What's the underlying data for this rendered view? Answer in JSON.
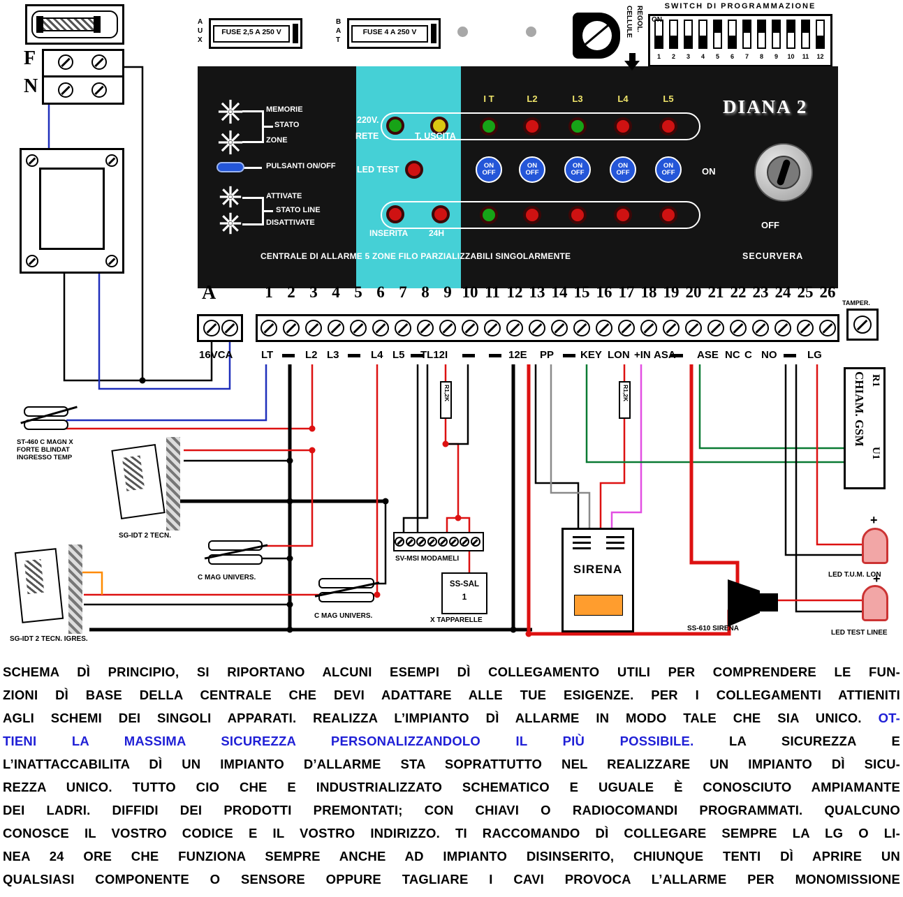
{
  "colors": {
    "panel_bg": "#141414",
    "cyan": "#45d0d6",
    "led_green": "#17a317",
    "led_red": "#cf1212",
    "led_yellow": "#d9c713",
    "button_blue": "#2456d8",
    "zone_label": "#efe46a",
    "wire_black": "#000000",
    "wire_red": "#dd1111",
    "wire_blue": "#1f2fbb",
    "wire_green": "#0a7a33",
    "wire_magenta": "#e24fe2",
    "wire_orange": "#ff8a00",
    "wire_gray": "#8a8a8a",
    "sirena_accent": "#ff9d2e",
    "footer_blue": "#1f1fd6"
  },
  "power": {
    "line_label": "F",
    "neutral_label": "N"
  },
  "fuses": {
    "aux_side": "A U X",
    "aux_label": "FUSE 2,5 A 250 V",
    "bat_side": "B A T",
    "bat_label": "FUSE 4 A 250 V"
  },
  "dip": {
    "title": "SWITCH DI PROGRAMMAZIONE",
    "on_label": "ON",
    "regol_label": "REGOL. CELLULE",
    "numbers": [
      "1",
      "2",
      "3",
      "4",
      "5",
      "6",
      "7",
      "8",
      "9",
      "10",
      "11",
      "12"
    ],
    "states": [
      "down",
      "down",
      "down",
      "down",
      "up",
      "down",
      "up",
      "up",
      "up",
      "up",
      "up",
      "down"
    ]
  },
  "panel": {
    "brand": "DIANA 2",
    "legend": {
      "memorie": "MEMORIE",
      "stato": "STATO",
      "zone": "ZONE",
      "pulsanti": "PULSANTI ON/OFF",
      "attivate": "ATTIVATE",
      "stato_line": "STATO LINE",
      "disattivate": "DISATTIVATE"
    },
    "status": {
      "v220": "220V.",
      "rete": "RETE",
      "t_uscita": "T. USCITA",
      "led_test": "LED TEST",
      "inserita": "INSERITA",
      "h24": "24H"
    },
    "zones": [
      {
        "label": "I T",
        "top_led": "green",
        "bottom_led": "green"
      },
      {
        "label": "L2",
        "top_led": "red",
        "bottom_led": "red"
      },
      {
        "label": "L3",
        "top_led": "green",
        "bottom_led": "red"
      },
      {
        "label": "L4",
        "top_led": "red",
        "bottom_led": "red"
      },
      {
        "label": "L5",
        "top_led": "red",
        "bottom_led": "red"
      }
    ],
    "onoff_top": "ON",
    "onoff_bottom": "OFF",
    "key_on": "ON",
    "key_off": "OFF",
    "caption": "CENTRALE DI ALLARME 5 ZONE FILO PARZIALIZZABILI SINGOLARMENTE",
    "vendor": "SECURVERA"
  },
  "terminals": {
    "group_label": "A",
    "numbers": [
      "1",
      "2",
      "3",
      "4",
      "5",
      "6",
      "7",
      "8",
      "9",
      "10",
      "11",
      "12",
      "13",
      "14",
      "15",
      "16",
      "17",
      "18",
      "19",
      "20",
      "21",
      "22",
      "23",
      "24",
      "25",
      "26"
    ],
    "power_label": "16VCA",
    "labels": [
      "LT",
      "L2",
      "L3",
      "L4",
      "L5",
      "TL12I",
      "12E",
      "PP",
      "KEY",
      "LON",
      "+IN",
      "ASA",
      "ASE",
      "NC",
      "C",
      "NO",
      "LG"
    ],
    "tamper": "TAMPER."
  },
  "gsm": {
    "title": "CHIAM. GSM",
    "r1": "R1",
    "u1": "U1"
  },
  "resistor_label": "R1,2K",
  "devices": {
    "st460": [
      "ST-460 C MAGN X",
      "FORTE BLINDAT",
      "INGRESSO TEMP"
    ],
    "sg_idt2": "SG-IDT 2 TECN.",
    "cmag1": "C MAG UNIVERS.",
    "cmag2": "C MAG UNIVERS.",
    "sg_idt2_igres": "SG-IDT 2 TECN. IGRES.",
    "svmsi": "SV-MSI  MODAMELI",
    "sssal_line1": "SS-SAL",
    "sssal_line2": "1",
    "sssal_caption": "X TAPPARELLE",
    "sirena": "SIRENA",
    "ss610": "SS-610 SIRENA",
    "led_tum": "LED T.U.M. LON",
    "led_test": "LED TEST LINEE",
    "plus": "+"
  },
  "footer": {
    "lines": [
      [
        {
          "t": "SCHEMA DÌ PRINCIPIO, SI RIPORTANO ALCUNI ESEMPI DÌ COLLEGAMENTO UTILI PER COMPRENDERE LE FUN-",
          "blue": false
        }
      ],
      [
        {
          "t": "ZIONI DÌ BASE DELLA CENTRALE CHE DEVI ADATTARE ALLE TUE ESIGENZE. PER I COLLEGAMENTI ATTIENITI",
          "blue": false
        }
      ],
      [
        {
          "t": "AGLI SCHEMI  DEI SINGOLI APPARATI. REALIZZA L’IMPIANTO DÌ ALLARME IN MODO TALE CHE SIA UNICO. ",
          "blue": false
        },
        {
          "t": "OT-",
          "blue": true
        }
      ],
      [
        {
          "t": "TIENI LA MASSIMA SICUREZZA PERSONALIZZANDOLO IL PIÙ POSSIBILE.",
          "blue": true
        },
        {
          "t": " LA SICUREZZA E",
          "blue": false
        }
      ],
      [
        {
          "t": "L’INATTACCABILITA DÌ UN IMPIANTO D’ALLARME STA SOPRATTUTTO NEL REALIZZARE UN IMPIANTO DÌ SICU-",
          "blue": false
        }
      ],
      [
        {
          "t": "REZZA UNICO. TUTTO CIO CHE E INDUSTRIALIZZATO SCHEMATICO E UGUALE È CONOSCIUTO AMPIAMANTE",
          "blue": false
        }
      ],
      [
        {
          "t": "DEI LADRI. DIFFIDI DEI PRODOTTI PREMONTATI; CON CHIAVI O RADIOCOMANDI PROGRAMMATI. QUALCUNO",
          "blue": false
        }
      ],
      [
        {
          "t": "CONOSCE IL VOSTRO CODICE E IL VOSTRO INDIRIZZO. TI RACCOMANDO DÌ COLLEGARE SEMPRE LA LG O LI-",
          "blue": false
        }
      ],
      [
        {
          "t": "NEA 24 ORE CHE FUNZIONA SEMPRE ANCHE AD IMPIANTO DISINSERITO, CHIUNQUE TENTI DÌ APRIRE UN",
          "blue": false
        }
      ],
      [
        {
          "t": "QUALSIASI COMPONENTE O SENSORE OPPURE TAGLIARE I CAVI PROVOCA L’ALLARME PER MONOMISSIONE",
          "blue": false
        }
      ]
    ]
  }
}
